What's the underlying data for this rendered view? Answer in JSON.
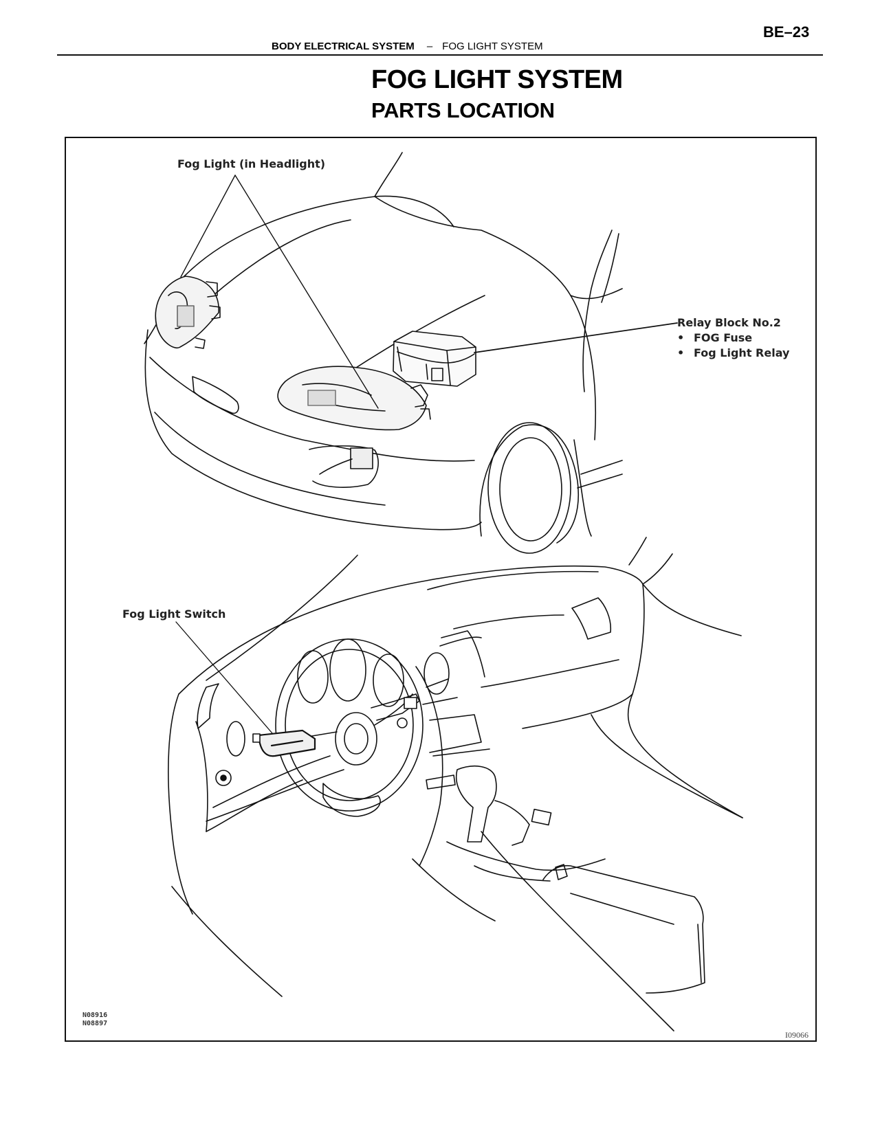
{
  "header": {
    "page_number": "BE–23",
    "section": "BODY ELECTRICAL SYSTEM",
    "separator": "–",
    "subsection": "FOG LIGHT SYSTEM"
  },
  "title": "FOG LIGHT SYSTEM",
  "subtitle": "PARTS LOCATION",
  "figure": {
    "callouts": {
      "fog_light": "Fog Light (in Headlight)",
      "relay_block": {
        "label": "Relay Block No.2",
        "bullet": "•",
        "items": [
          "FOG Fuse",
          "Fog Light Relay"
        ]
      },
      "fog_switch": "Fog Light Switch"
    },
    "codes": [
      "N08916",
      "N08897"
    ],
    "figure_id": "I09066"
  }
}
